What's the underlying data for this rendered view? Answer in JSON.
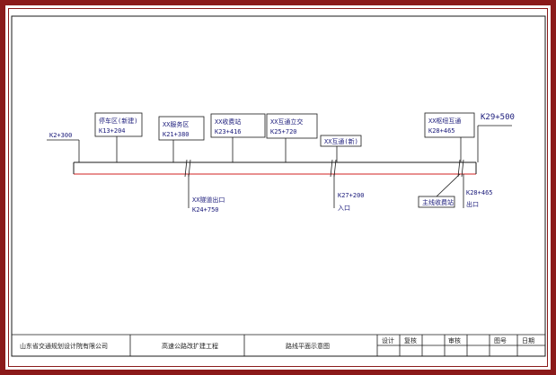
{
  "drawing": {
    "start_label": "K2+300",
    "end_label": "K29+500",
    "annotations_above": [
      {
        "name": "K13+204",
        "line1": "停车区(新建)",
        "line2": "K13+204"
      },
      {
        "name": "K21+380",
        "line1": "XX服务区",
        "line2": "K21+380"
      },
      {
        "name": "K23+416",
        "line1": "XX收费站",
        "line2": "K23+416"
      },
      {
        "name": "K25+720",
        "line1": "XX互通立交",
        "line2": "K25+720"
      },
      {
        "name": "K26-box",
        "line1": "XX互通(新)",
        "line2": ""
      },
      {
        "name": "K28+465",
        "line1": "XX枢纽互通",
        "line2": "K28+465"
      }
    ],
    "annotations_below": [
      {
        "name": "K24+750",
        "line1": "XX隧道出口",
        "line2": "K24+750"
      },
      {
        "name": "K27+200",
        "line1": "K27+200",
        "line2": "入口"
      },
      {
        "name": "K28-junction",
        "line1": "主线收费站",
        "line2": ""
      },
      {
        "name": "K28+465-below",
        "line1": "K28+465",
        "line2": "出口"
      }
    ]
  },
  "title_block": {
    "company": "山东省交通规划设计院有限公司",
    "project": "高速公路改扩建工程",
    "drawing_name": "路线平面示意图",
    "cells": [
      "设计",
      "复核",
      "审核",
      "图号",
      "日期"
    ]
  },
  "colors": {
    "frame": "#8b1a1a",
    "road": "#d02020",
    "ink": "#1a1a7a"
  }
}
